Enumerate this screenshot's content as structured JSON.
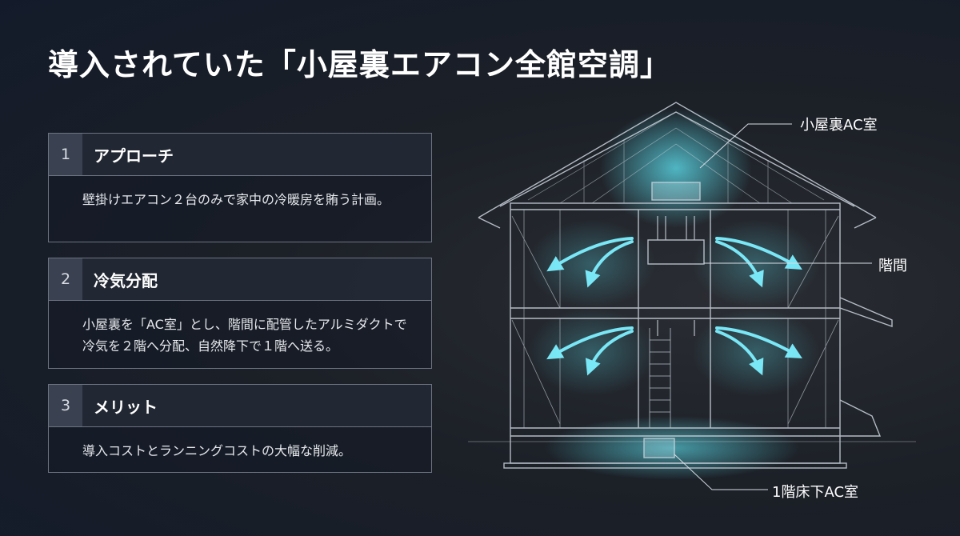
{
  "title": "導入されていた「小屋裏エアコン全館空調」",
  "cards": [
    {
      "num": "1",
      "title": "アプローチ",
      "body": "壁掛けエアコン２台のみで家中の冷暖房を賄う計画。"
    },
    {
      "num": "2",
      "title": "冷気分配",
      "body": "小屋裏を「AC室」とし、階間に配管したアルミダクトで冷気を２階へ分配、自然降下で１階へ送る。"
    },
    {
      "num": "3",
      "title": "メリット",
      "body": "導入コストとランニングコストの大幅な削減。"
    }
  ],
  "callouts": {
    "attic_ac_room": "小屋裏AC室",
    "floor_gap": "階間",
    "underfloor_ac_room": "1階床下AC室"
  },
  "colors": {
    "accent_glow": "#5fe6f5",
    "line": "#cfd6e0"
  }
}
